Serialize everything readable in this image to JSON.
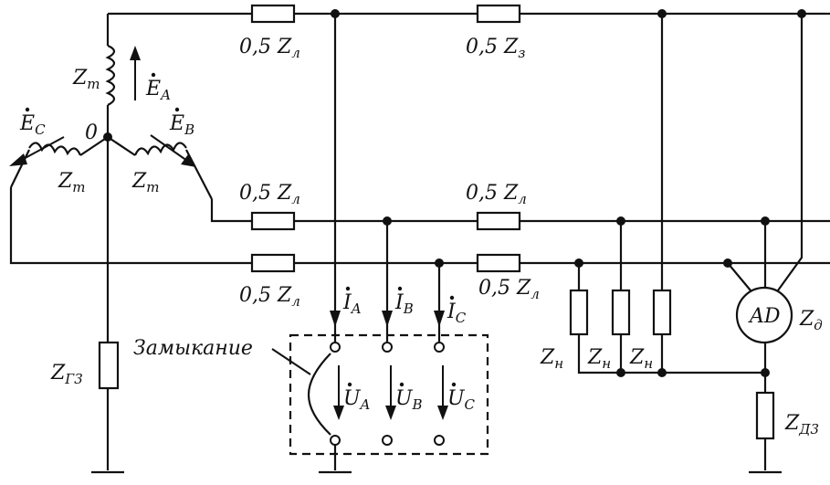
{
  "labels": {
    "line_impedance": "0,5 Z",
    "line_sub": "л",
    "line_sub_z": "з",
    "zt": "Z",
    "zt_sub": "т",
    "ea": "E",
    "ea_sub": "A",
    "eb": "E",
    "eb_sub": "B",
    "ec": "E",
    "ec_sub": "C",
    "neutral": "0",
    "zg3": "Z",
    "zg3_sub": "Г3",
    "ia": "I",
    "ia_sub": "A",
    "ib": "I",
    "ib_sub": "B",
    "ic": "I",
    "ic_sub": "C",
    "ua": "U",
    "ua_sub": "A",
    "ub": "U",
    "ub_sub": "B",
    "uc": "U",
    "uc_sub": "C",
    "fault": "Замыкание",
    "zn": "Z",
    "zn_sub": "н",
    "motor": "AD",
    "zd": "Z",
    "zd_sub": "д",
    "zd3": "Z",
    "zd3_sub": "Д3"
  }
}
